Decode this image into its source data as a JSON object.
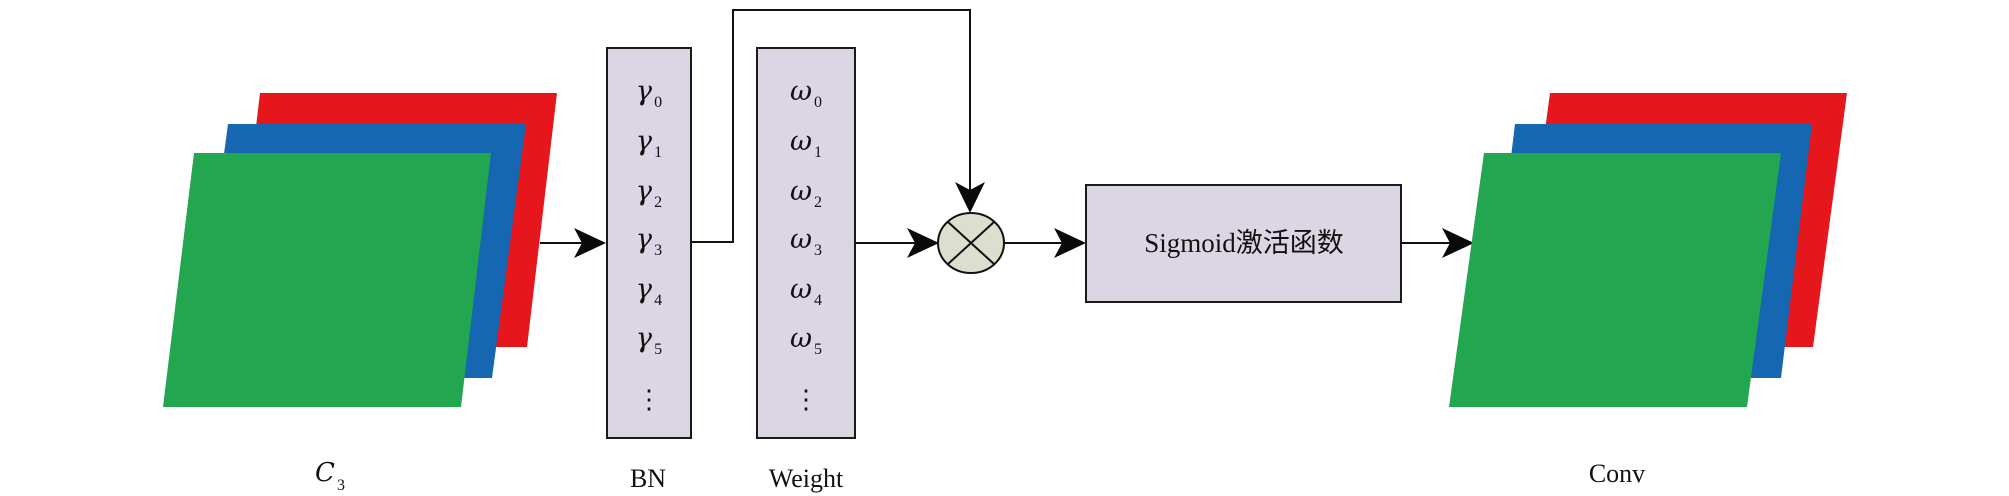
{
  "colors": {
    "red_layer": "#E5161C",
    "blue_layer": "#1467B0",
    "green_layer": "#23A650",
    "box_fill": "#DCD6E4",
    "multiply_fill": "#DDDFCE",
    "stroke": "#111111"
  },
  "input_stack": {
    "label_main": "C",
    "label_sub": "3",
    "layers": [
      "red",
      "blue",
      "green"
    ]
  },
  "bn_column": {
    "label": "BN",
    "symbol": "γ",
    "items": [
      {
        "symbol": "γ",
        "sub": "0"
      },
      {
        "symbol": "γ",
        "sub": "1"
      },
      {
        "symbol": "γ",
        "sub": "2"
      },
      {
        "symbol": "γ",
        "sub": "3"
      },
      {
        "symbol": "γ",
        "sub": "4"
      },
      {
        "symbol": "γ",
        "sub": "5"
      }
    ],
    "ellipsis": "⋮"
  },
  "weight_column": {
    "label": "Weight",
    "items": [
      {
        "symbol": "ω",
        "sub": "0"
      },
      {
        "symbol": "ω",
        "sub": "1"
      },
      {
        "symbol": "ω",
        "sub": "2"
      },
      {
        "symbol": "ω",
        "sub": "3"
      },
      {
        "symbol": "ω",
        "sub": "4"
      },
      {
        "symbol": "ω",
        "sub": "5"
      }
    ],
    "ellipsis": "⋮"
  },
  "multiply_node": {
    "symbol": "multiply-icon"
  },
  "activation_box": {
    "label": "Sigmoid激活函数"
  },
  "output_stack": {
    "label": "Conv",
    "layers": [
      "red",
      "blue",
      "green"
    ]
  }
}
